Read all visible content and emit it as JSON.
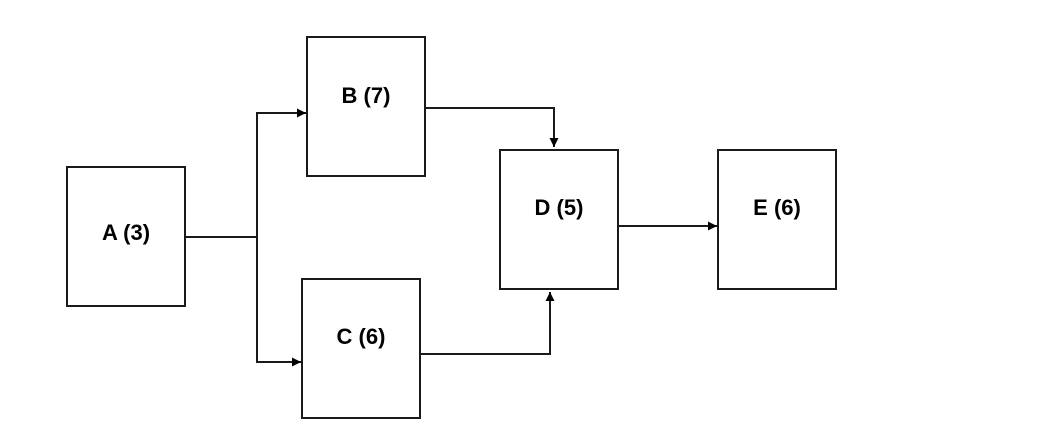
{
  "nodes": [
    {
      "id": "A",
      "label": "A (3)"
    },
    {
      "id": "B",
      "label": "B (7)"
    },
    {
      "id": "C",
      "label": "C (6)"
    },
    {
      "id": "D",
      "label": "D (5)"
    },
    {
      "id": "E",
      "label": "E (6)"
    }
  ],
  "edges": [
    {
      "from": "A",
      "to": "B"
    },
    {
      "from": "A",
      "to": "C"
    },
    {
      "from": "B",
      "to": "D"
    },
    {
      "from": "C",
      "to": "D"
    },
    {
      "from": "D",
      "to": "E"
    }
  ],
  "colors": {
    "stroke": "#1a1a1a",
    "text": "#000000",
    "background": "#ffffff"
  }
}
